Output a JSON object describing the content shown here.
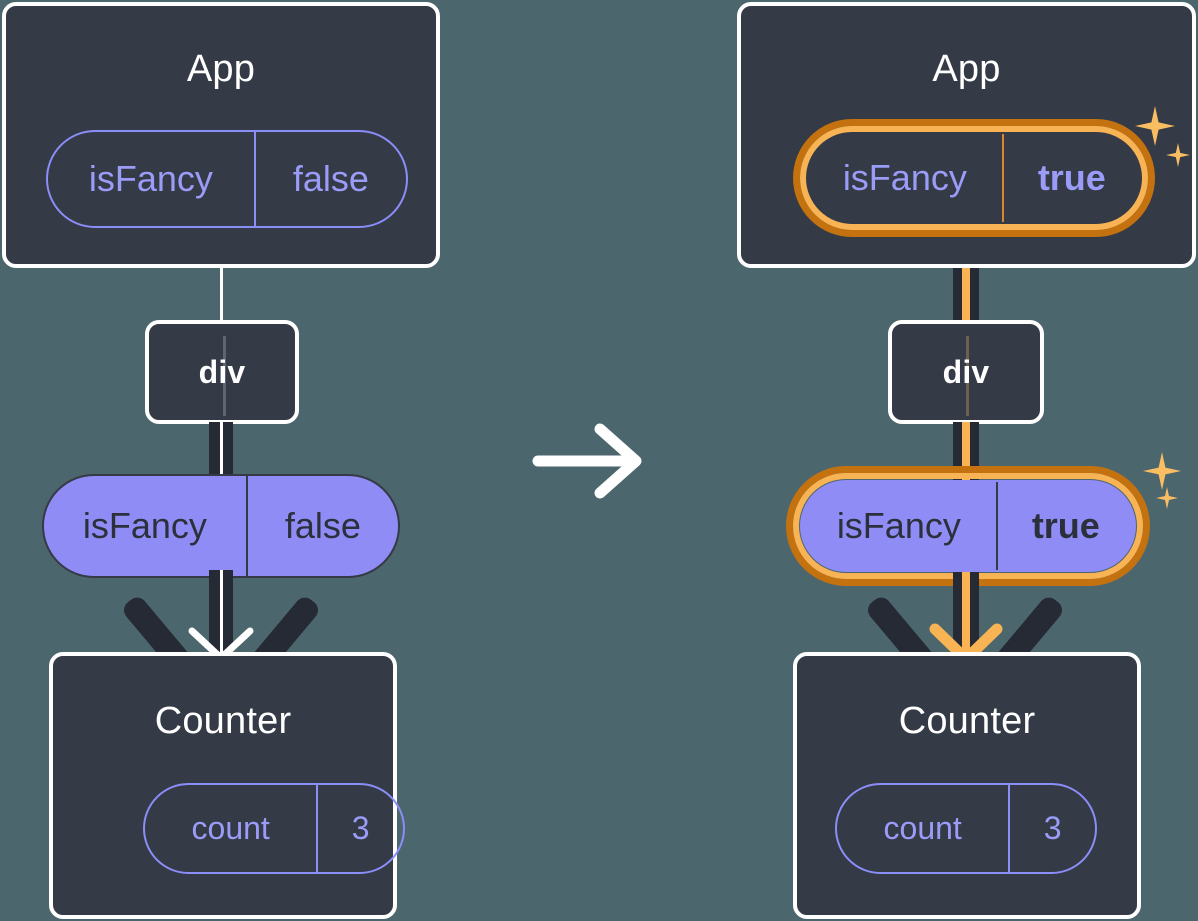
{
  "diagram": {
    "title": "React state propagation: isFancy toggled from false to true",
    "background_color": "#4c666d",
    "transition_icon": "right-arrow-icon",
    "panels": [
      {
        "id": "before",
        "highlighted": false,
        "nodes": [
          {
            "kind": "component",
            "name": "App",
            "state": {
              "name": "isFancy",
              "value": "false",
              "style": "outline"
            }
          },
          {
            "kind": "element",
            "name": "div"
          },
          {
            "kind": "prop",
            "state": {
              "name": "isFancy",
              "value": "false",
              "style": "solid"
            }
          },
          {
            "kind": "component",
            "name": "Counter",
            "state": {
              "name": "count",
              "value": "3",
              "style": "outline"
            }
          }
        ]
      },
      {
        "id": "after",
        "highlighted": true,
        "highlight_colors": {
          "outer": "#c4710f",
          "inner": "#f8b454",
          "sparkle": "#f9bd62"
        },
        "nodes": [
          {
            "kind": "component",
            "name": "App",
            "state": {
              "name": "isFancy",
              "value": "true",
              "style": "outline",
              "highlighted": true,
              "bold_value": true
            },
            "sparkle": "sparkle-icon"
          },
          {
            "kind": "element",
            "name": "div"
          },
          {
            "kind": "prop",
            "state": {
              "name": "isFancy",
              "value": "true",
              "style": "solid",
              "highlighted": true,
              "bold_value": true
            },
            "sparkle": "sparkle-icon"
          },
          {
            "kind": "component",
            "name": "Counter",
            "state": {
              "name": "count",
              "value": "3",
              "style": "outline"
            }
          }
        ]
      }
    ]
  },
  "left": {
    "app_title": "App",
    "app_state_name": "isFancy",
    "app_state_value": "false",
    "div_label": "div",
    "prop_name": "isFancy",
    "prop_value": "false",
    "counter_title": "Counter",
    "counter_state_name": "count",
    "counter_state_value": "3"
  },
  "right": {
    "app_title": "App",
    "app_state_name": "isFancy",
    "app_state_value": "true",
    "div_label": "div",
    "prop_name": "isFancy",
    "prop_value": "true",
    "counter_title": "Counter",
    "counter_state_name": "count",
    "counter_state_value": "3"
  }
}
